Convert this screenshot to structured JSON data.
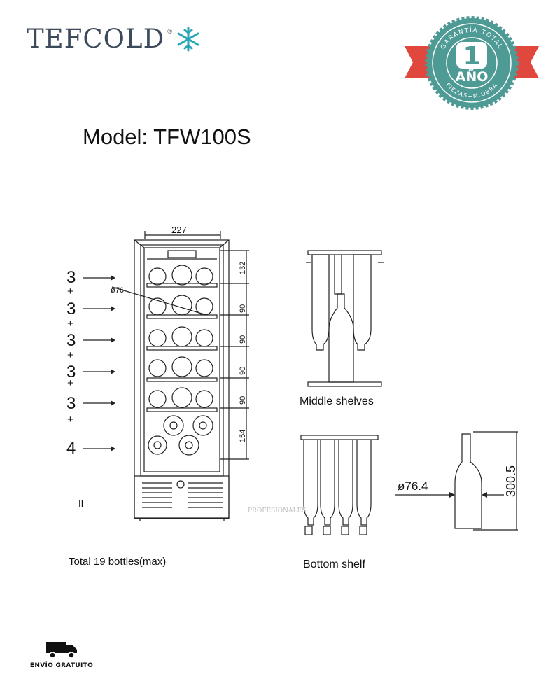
{
  "brand": {
    "name": "TEFCOLD",
    "registered": "®",
    "logo_icon": "snowflake-icon",
    "colors": {
      "text": "#3c4a5c",
      "accent": "#2aa5b5"
    }
  },
  "badge": {
    "top_text": "GARANTÍA TOTAL",
    "number": "1",
    "word": "AÑO",
    "bottom_text": "PIEZAS+M.OBRA",
    "colors": {
      "seal": "#4e9a95",
      "ribbon": "#e0473d",
      "number_bg": "#ffffff"
    }
  },
  "model_title": "Model: TFW100S",
  "diagram": {
    "width_label": "227",
    "bottle_diameter_label": "ø76",
    "shelf_counts": [
      "3",
      "3",
      "3",
      "3",
      "3",
      "4"
    ],
    "plus_sign": "+",
    "pause_mark": "II",
    "heights": [
      "132",
      "90",
      "90",
      "90",
      "90",
      "154"
    ],
    "total_label": "Total 19 bottles(max)",
    "middle_label": "Middle shelves",
    "bottom_label": "Bottom shelf",
    "bottle_diameter": "ø76.4",
    "bottle_height": "300.5",
    "watermark": "PROFESIONALES"
  },
  "footer": {
    "shipping_icon": "truck-icon",
    "shipping_text": "ENVÍO GRATUITO"
  }
}
